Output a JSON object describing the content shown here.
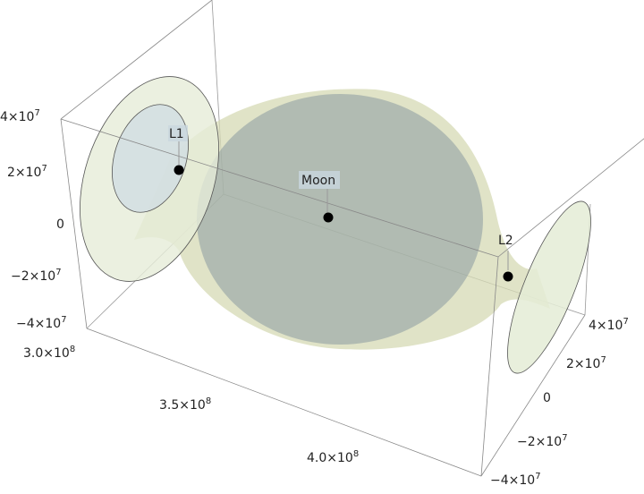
{
  "chart_data": {
    "type": "3d-surface",
    "title": "",
    "axes": {
      "x": {
        "ticks": [
          {
            "mant": "3.0",
            "exp": "8"
          },
          {
            "mant": "3.5",
            "exp": "8"
          },
          {
            "mant": "4.0",
            "exp": "8"
          }
        ],
        "range": [
          300000000,
          430000000
        ]
      },
      "y": {
        "ticks": [
          {
            "mant": "4",
            "exp": "7"
          },
          {
            "mant": "2",
            "exp": "7"
          },
          {
            "zero": "0"
          },
          {
            "mant": "−2",
            "exp": "7"
          },
          {
            "mant": "−4",
            "exp": "7"
          }
        ],
        "range": [
          -40000000,
          40000000
        ]
      },
      "z": {
        "ticks": [
          {
            "mant": "4",
            "exp": "7"
          },
          {
            "mant": "2",
            "exp": "7"
          },
          {
            "zero": "0"
          },
          {
            "mant": "−2",
            "exp": "7"
          },
          {
            "mant": "−4",
            "exp": "7"
          }
        ],
        "range": [
          -40000000,
          40000000
        ]
      }
    },
    "points": [
      {
        "label": "L1"
      },
      {
        "label": "Moon"
      },
      {
        "label": "L2"
      }
    ],
    "colors": {
      "outer_surface": "#d6d9b4",
      "sphere": "#8a9aa0",
      "disc": "#e6ecd8",
      "inner_disc": "#d2dee2",
      "points": "#000000"
    }
  }
}
